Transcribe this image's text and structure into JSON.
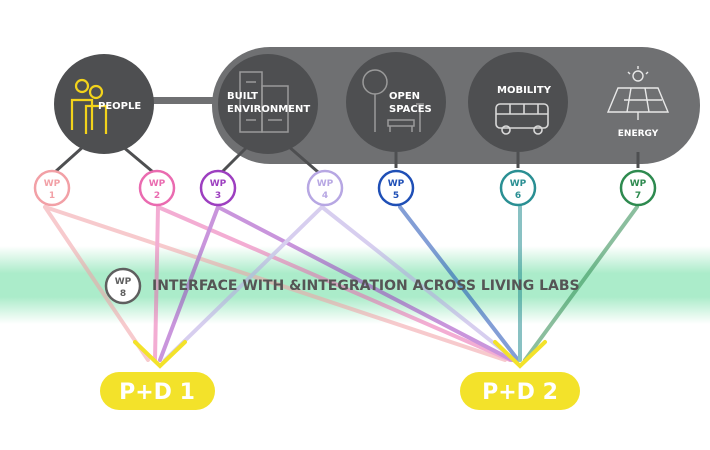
{
  "themes": {
    "people": "PEOPLE",
    "built_line1": "BUILT",
    "built_line2": "ENVIRONMENT",
    "open_line1": "OPEN",
    "open_line2": "SPACES",
    "mobility": "MOBILITY",
    "energy": "ENERGY"
  },
  "work_packages": [
    {
      "prefix": "WP",
      "num": "1",
      "color": "#f2a0a6"
    },
    {
      "prefix": "WP",
      "num": "2",
      "color": "#ea6bb0"
    },
    {
      "prefix": "WP",
      "num": "3",
      "color": "#9d3fc0"
    },
    {
      "prefix": "WP",
      "num": "4",
      "color": "#b7a7e3"
    },
    {
      "prefix": "WP",
      "num": "5",
      "color": "#1f4fb6"
    },
    {
      "prefix": "WP",
      "num": "6",
      "color": "#2a8f93"
    },
    {
      "prefix": "WP",
      "num": "7",
      "color": "#2e8a4f"
    }
  ],
  "interface": {
    "prefix": "WP",
    "num": "8",
    "label": "INTERFACE WITH &INTEGRATION ACROSS LIVING LABS",
    "color": "#5f5f5f"
  },
  "outputs": {
    "pd1": "P+D 1",
    "pd2": "P+D 2"
  },
  "colors": {
    "dark_circle": "#4e4f51",
    "pill": "#6f7072",
    "band": "#8fe5b8",
    "output_yellow": "#f3e22a",
    "people_yellow": "#f3d31b"
  }
}
